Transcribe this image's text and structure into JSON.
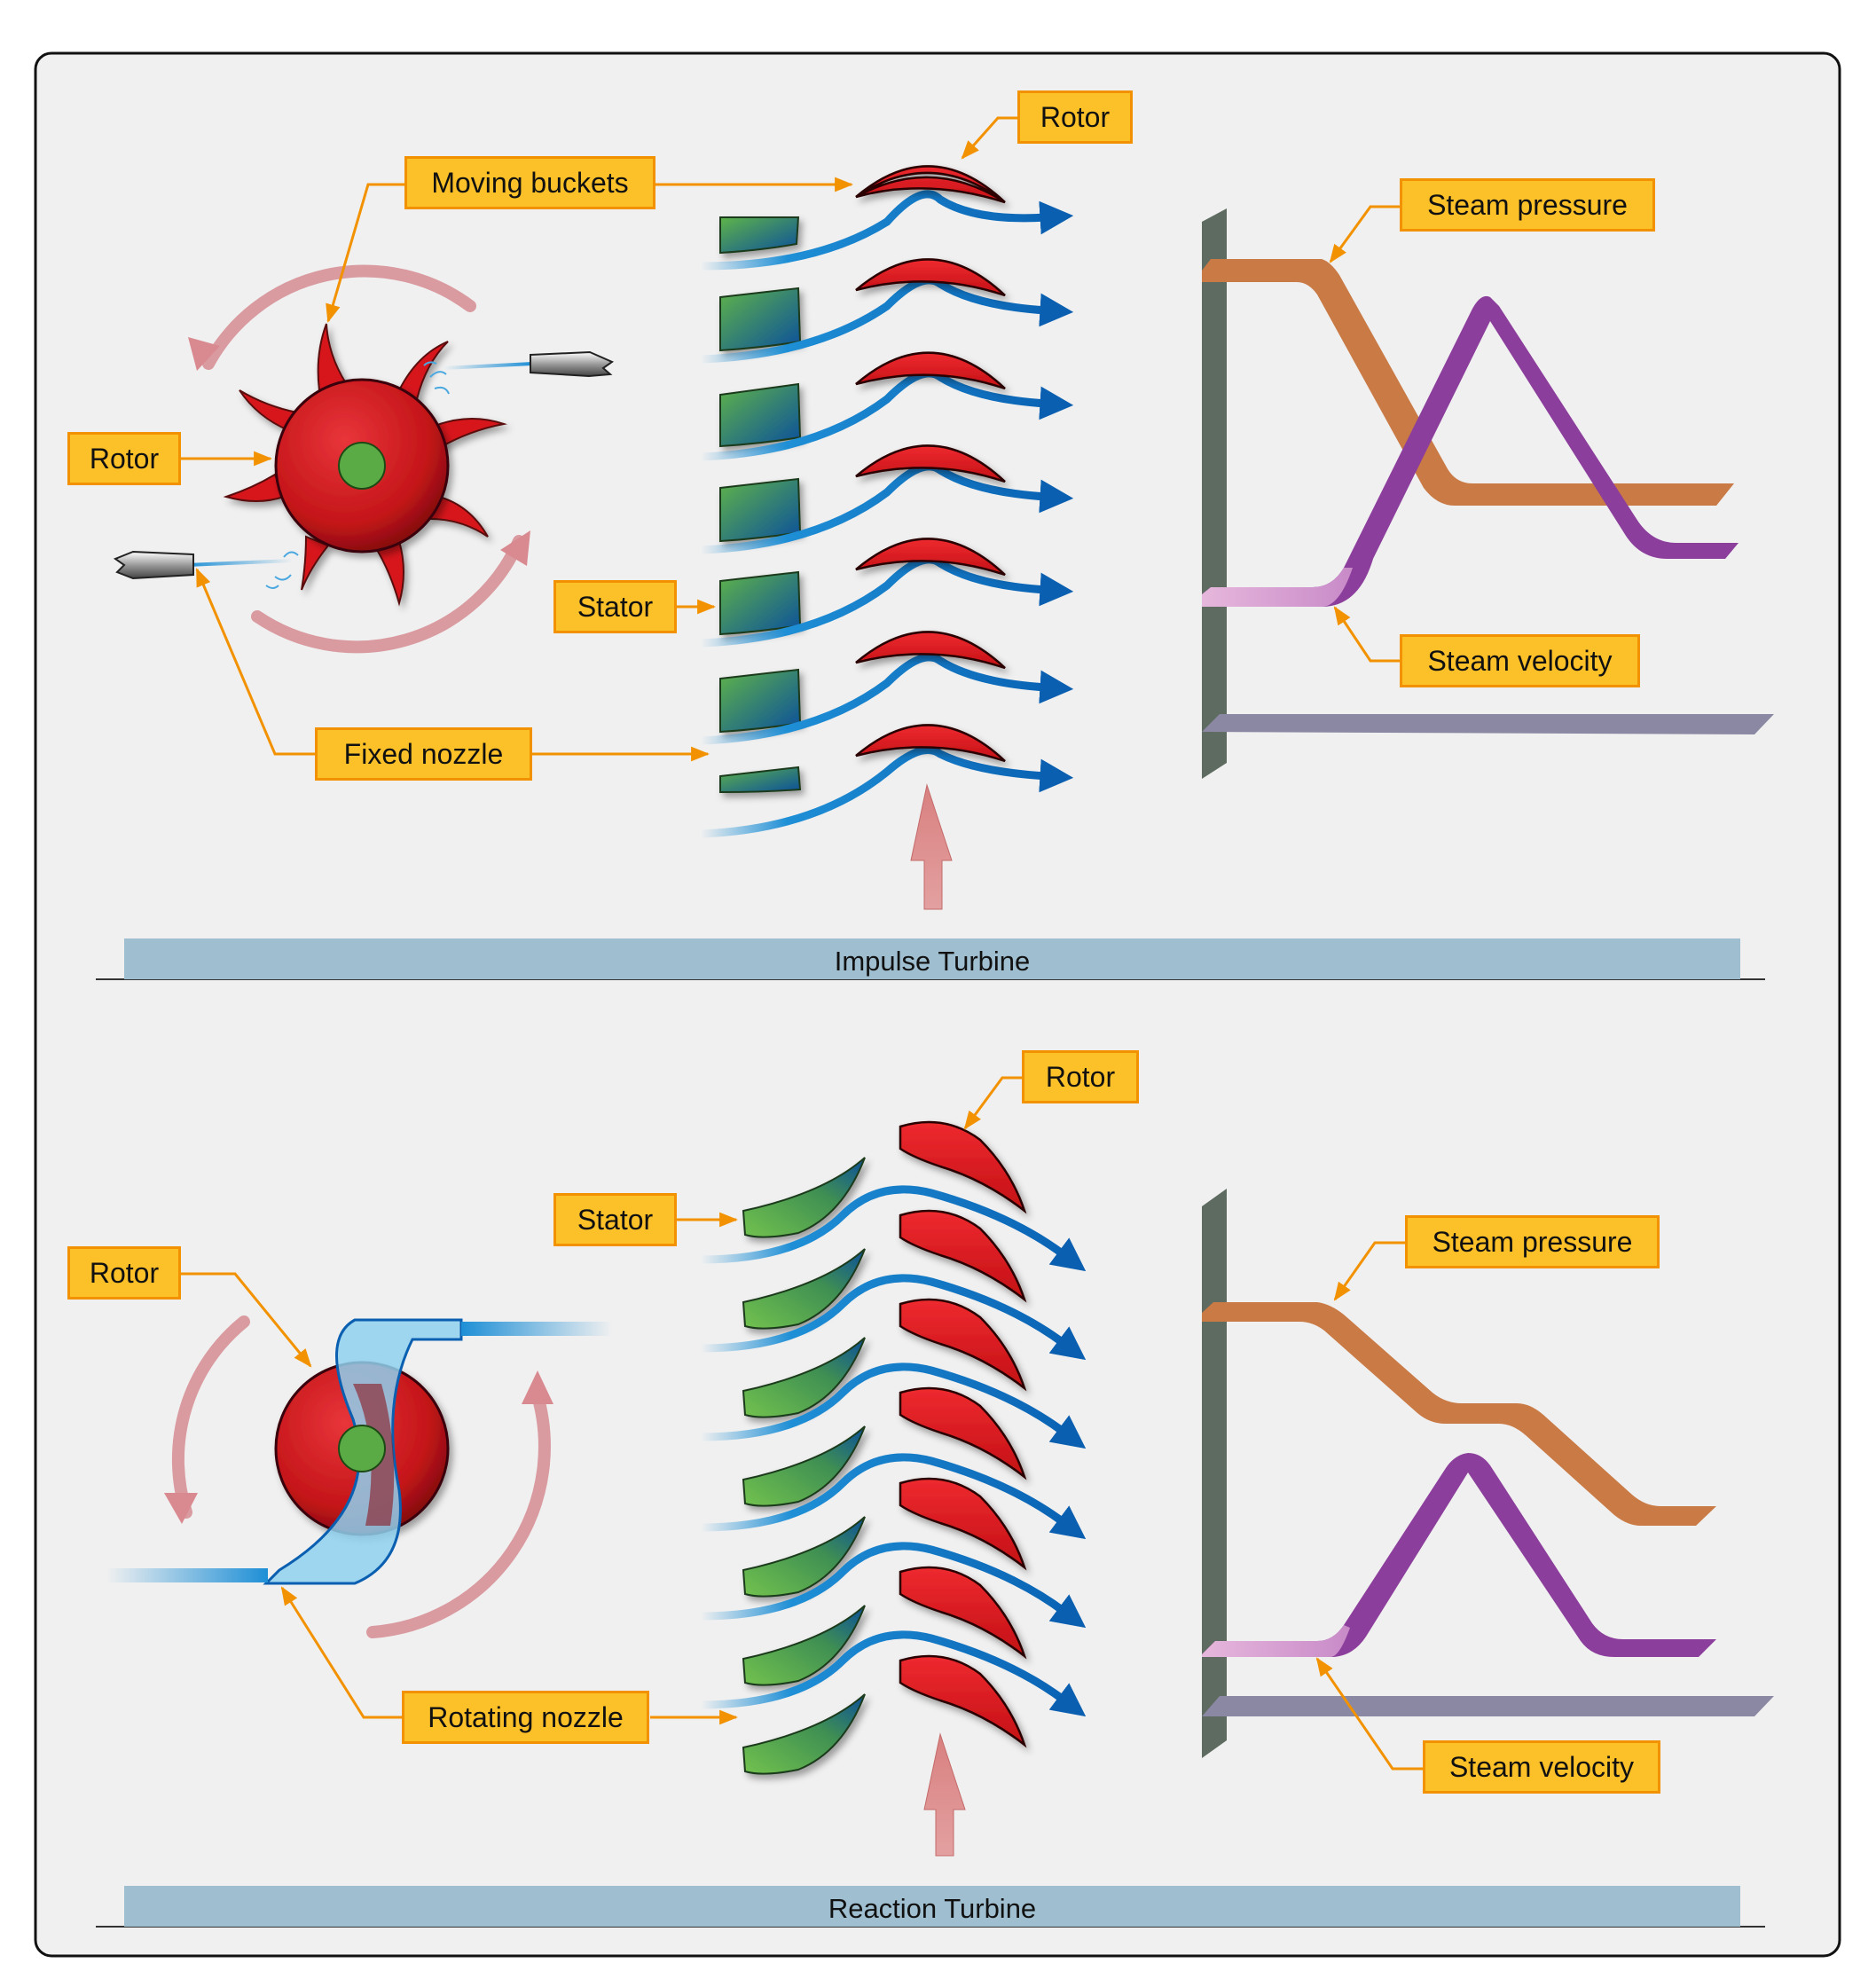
{
  "impulse": {
    "title": "Impulse Turbine",
    "labels": {
      "moving_buckets": "Moving buckets",
      "rotor_top": "Rotor",
      "rotor_left": "Rotor",
      "stator": "Stator",
      "fixed_nozzle": "Fixed nozzle",
      "steam_pressure": "Steam pressure",
      "steam_velocity": "Steam velocity"
    }
  },
  "reaction": {
    "title": "Reaction Turbine",
    "labels": {
      "rotor_top": "Rotor",
      "stator": "Stator",
      "rotor_left": "Rotor",
      "rotating_nozzle": "Rotating nozzle",
      "steam_pressure": "Steam pressure",
      "steam_velocity": "Steam velocity"
    }
  },
  "colors": {
    "callout_fill": "#fcc128",
    "callout_border": "#f39200",
    "leader_line": "#f39200",
    "rotor_red": "#d7161e",
    "stator_green": "#5aab46",
    "stator_blue": "#0b5aa3",
    "steam_flow": "#1e8fd6",
    "pressure_curve": "#c97a45",
    "velocity_curve": "#8c3e9c",
    "banner": "#9fbfd1",
    "panel_background": "#f0f0f0"
  }
}
